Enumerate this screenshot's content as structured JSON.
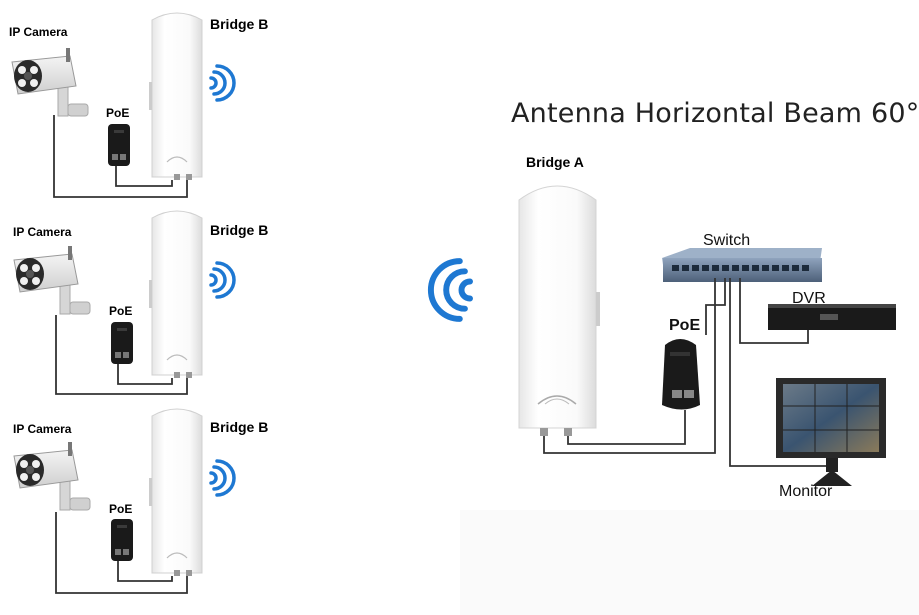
{
  "title": "Antenna Horizontal Beam 60°",
  "left_units": [
    {
      "camera_label": "IP Camera",
      "bridge_label": "Bridge B",
      "poe_label": "PoE"
    },
    {
      "camera_label": "IP Camera",
      "bridge_label": "Bridge B",
      "poe_label": "PoE"
    },
    {
      "camera_label": "IP Camera",
      "bridge_label": "Bridge B",
      "poe_label": "PoE"
    }
  ],
  "right_side": {
    "bridge_label": "Bridge A",
    "poe_label": "PoE",
    "switch_label": "Switch",
    "dvr_label": "DVR",
    "monitor_label": "Monitor"
  },
  "colors": {
    "wifi": "#1e78d2",
    "wire": "#333333",
    "device_dark": "#1a1a1a"
  },
  "icons": [
    "ip-camera-icon",
    "bridge-antenna-icon",
    "poe-injector-icon",
    "wifi-signal-icon",
    "network-switch-icon",
    "dvr-icon",
    "monitor-icon"
  ]
}
